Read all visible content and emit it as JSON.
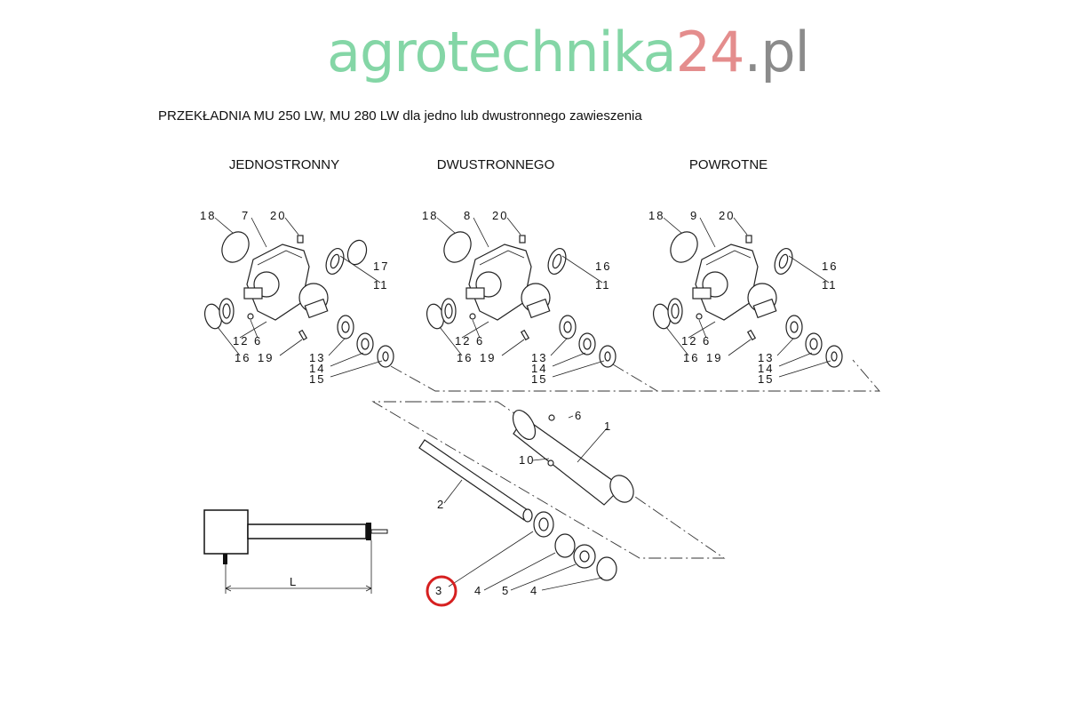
{
  "title": "PRZEKŁADNIA MU 250 LW, MU 280 LW dla jedno lub dwustronnego zawieszenia",
  "sections": [
    "JEDNOSTRONNY",
    "DWUSTRONNEGO",
    "POWROTNE"
  ],
  "groups": [
    {
      "labels": [
        "18",
        "7",
        "20",
        "17",
        "11",
        "12",
        "6",
        "16",
        "19",
        "13",
        "14",
        "15"
      ]
    },
    {
      "labels": [
        "18",
        "8",
        "20",
        "16",
        "11",
        "12",
        "6",
        "16",
        "19",
        "13",
        "14",
        "15"
      ]
    },
    {
      "labels": [
        "18",
        "9",
        "20",
        "16",
        "11",
        "12",
        "6",
        "16",
        "19",
        "13",
        "14",
        "15"
      ]
    }
  ],
  "lower_labels": [
    "6",
    "1",
    "10",
    "2",
    "3",
    "4",
    "5",
    "4"
  ],
  "dimension_label": "L",
  "highlighted_part": "3",
  "watermark": {
    "part1": "agrotechnika",
    "part2": "24",
    "part3": ".pl"
  },
  "colors": {
    "watermark_green": "#6fcf97",
    "watermark_red": "#e07a7a",
    "watermark_grey": "#777777",
    "highlight": "#d62020"
  }
}
